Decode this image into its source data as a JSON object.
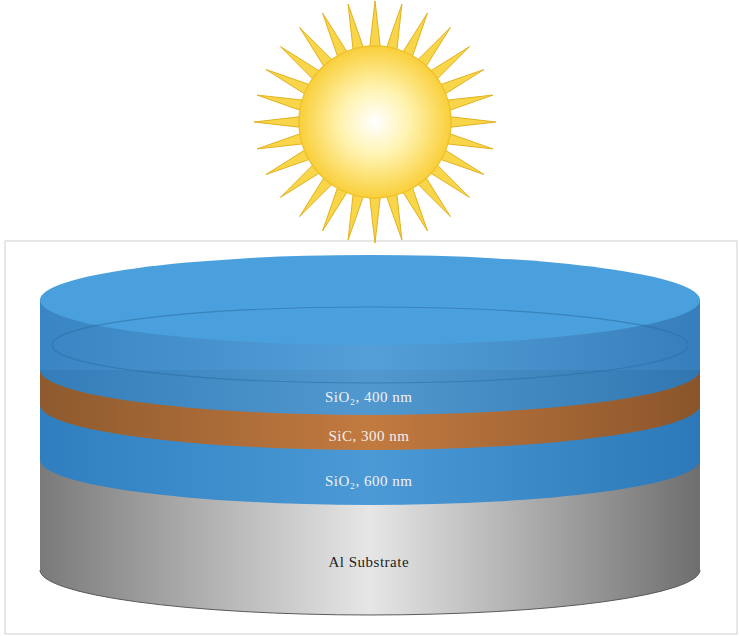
{
  "diagram": {
    "nodes": [
      {
        "text": [
          "SiO₂, 400 nm"
        ]
      },
      {
        "text": [
          "SiC, 300 nm"
        ]
      },
      {
        "text": [
          "SiO₂, 600 nm"
        ]
      },
      {
        "text": [
          "Al Substrate"
        ]
      }
    ]
  }
}
